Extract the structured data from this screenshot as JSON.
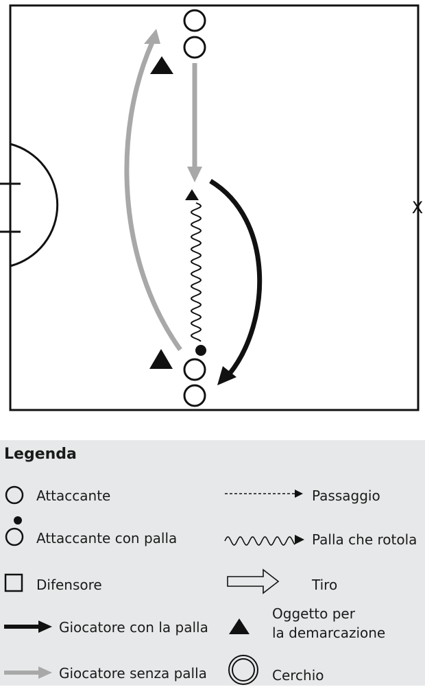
{
  "field": {
    "goal_marker": "X"
  },
  "legend": {
    "title": "Legenda",
    "items": {
      "attaccante": "Attaccante",
      "attaccante_con_palla": "Attaccante con palla",
      "difensore": "Difensore",
      "giocatore_con_palla": "Giocatore con la palla",
      "giocatore_senza_palla": "Giocatore senza palla",
      "passaggio": "Passaggio",
      "palla_che_rotola": "Palla che rotola",
      "tiro": "Tiro",
      "oggetto_line1": "Oggetto per",
      "oggetto_line2": "la demarcazione",
      "cerchio": "Cerchio"
    }
  },
  "colors": {
    "black_arrow": "#111111",
    "gray_arrow": "#a8a8a8",
    "legend_bg": "#e7e8e9"
  }
}
